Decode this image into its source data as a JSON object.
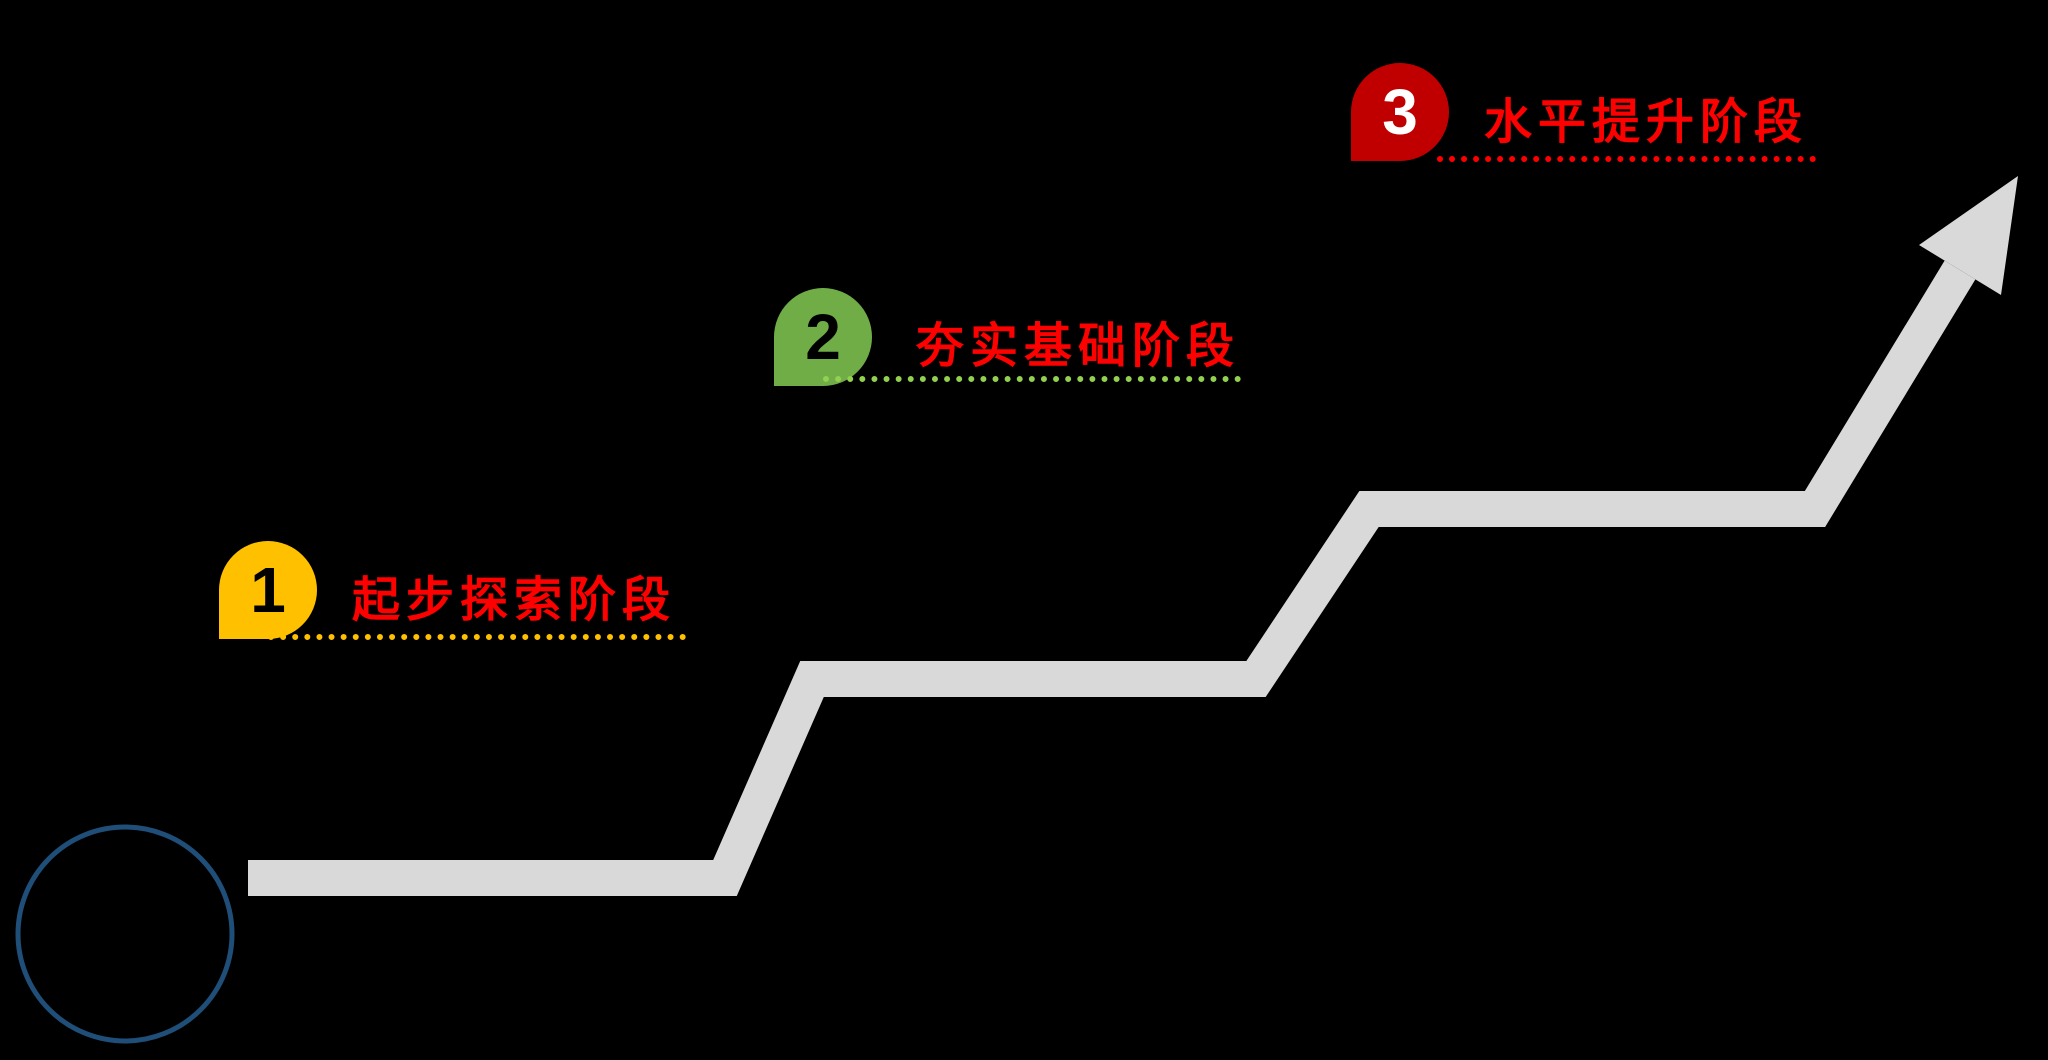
{
  "diagram": {
    "arrow_color": "#D9D9D9",
    "start_circle_color": "#1F4E79",
    "label_color": "#FF0000"
  },
  "stages": [
    {
      "number": "1",
      "label": "起步探索阶段",
      "badge_color": "#FFC000",
      "number_color": "#000000",
      "underline_color": "#FFC000"
    },
    {
      "number": "2",
      "label": "夯实基础阶段",
      "badge_color": "#70AD47",
      "number_color": "#000000",
      "underline_color": "#92D050"
    },
    {
      "number": "3",
      "label": "水平提升阶段",
      "badge_color": "#C00000",
      "number_color": "#FFFFFF",
      "underline_color": "#FF0000"
    }
  ]
}
